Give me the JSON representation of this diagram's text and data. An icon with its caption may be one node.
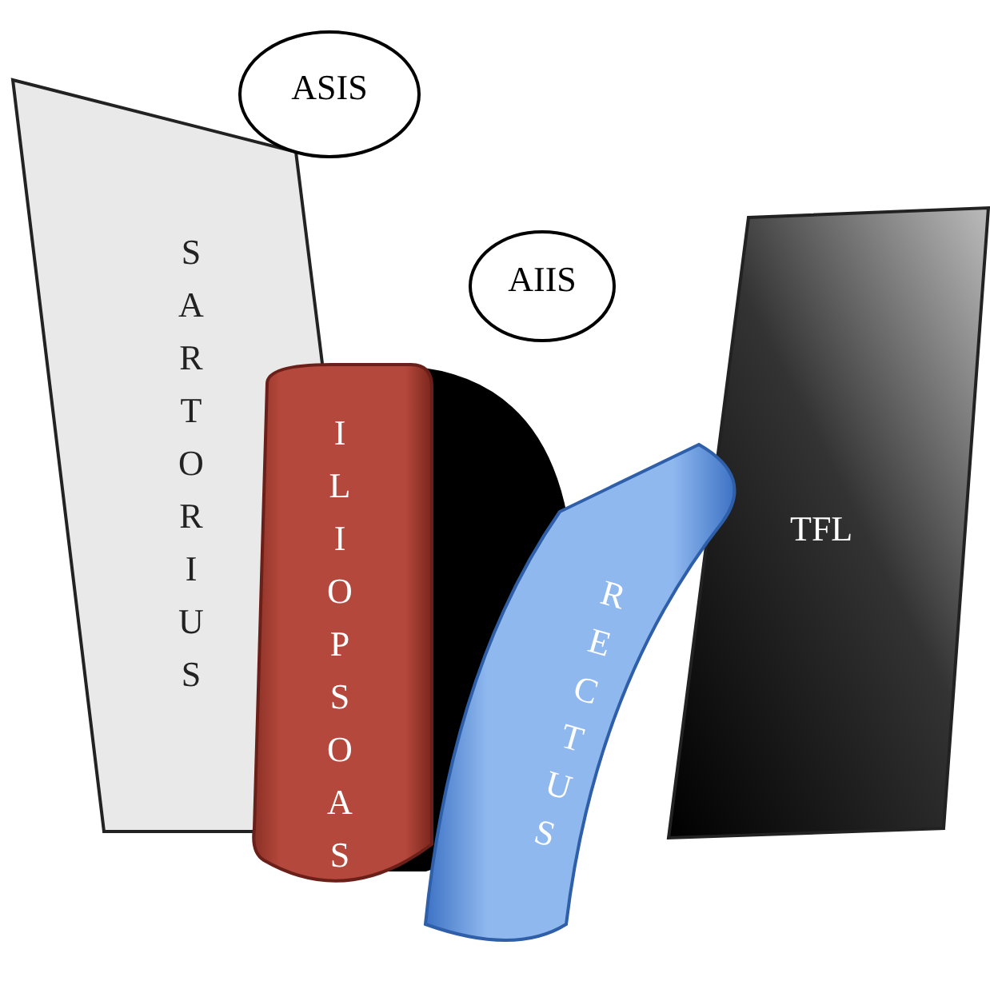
{
  "diagram": {
    "nodes": [
      {
        "text": [
          "SARTORIUS"
        ]
      },
      {
        "text": [
          "ASIS"
        ]
      },
      {
        "text": [
          "AIIS"
        ]
      },
      {
        "text": [
          "TFL"
        ]
      },
      {
        "text": [
          "ILIOPSOAS"
        ]
      },
      {
        "text": [],
        "shape": "box"
      },
      {
        "text": [
          "RECTUS"
        ]
      }
    ]
  }
}
